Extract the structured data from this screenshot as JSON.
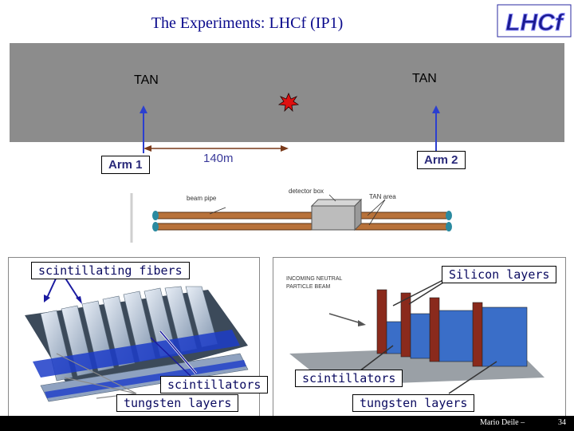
{
  "title": "The Experiments: LHCf (IP1)",
  "logo_text": "LHCf",
  "top": {
    "tan_left": "TAN",
    "tan_right": "TAN",
    "arm1": "Arm 1",
    "arm2": "Arm 2",
    "distance": "140m"
  },
  "beam": {
    "beam_pipe": "beam pipe",
    "detector_box": "detector box",
    "tan_area": "TAN area"
  },
  "left_panel": {
    "scint_fibers": "scintillating fibers",
    "scintillators": "scintillators",
    "tungsten": "tungsten layers"
  },
  "right_panel": {
    "silicon": "Silicon layers",
    "incoming": "INCOMING NEUTRAL",
    "incoming2": "PARTICLE BEAM",
    "scintillators": "scintillators",
    "tungsten": "tungsten layers"
  },
  "footer": {
    "author": "Mario Deile –",
    "page": "34"
  },
  "colors": {
    "title": "#0a0a8c",
    "arrow": "#2b3fd0",
    "band": "#8c8c8c"
  }
}
